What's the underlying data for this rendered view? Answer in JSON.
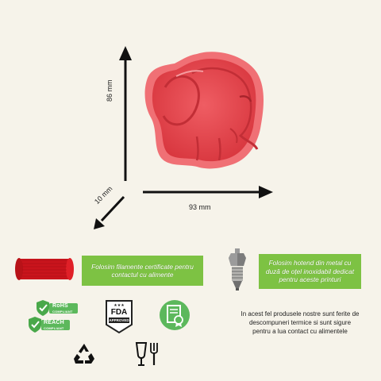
{
  "dimensions": {
    "height": "86 mm",
    "width": "93 mm",
    "depth": "10 mm"
  },
  "cutter": {
    "shape": "elephant",
    "color": "#e84b52",
    "icon": "elephant-cookie-cutter-image"
  },
  "features": [
    {
      "text": "Folosim filamente certificate pentru contactul cu alimente",
      "icon": "filament-spool-icon"
    },
    {
      "text": "Folosim hotend din metal cu duză de oțel inoxidabil dedicat pentru aceste printuri",
      "icon": "nozzle-icon"
    }
  ],
  "certifications": {
    "rohs": {
      "title": "RoHS",
      "subtitle": "COMPLIANT"
    },
    "reach": {
      "title": "REACH",
      "subtitle": "COMPLIANT"
    },
    "fda": {
      "title": "FDA",
      "subtitle": "APPROVED"
    },
    "icons": [
      "rohs-badge-icon",
      "reach-badge-icon",
      "fda-approved-icon",
      "certificate-icon",
      "recycle-icon",
      "food-safe-icon"
    ]
  },
  "info_text": "In acest fel produsele nostre sunt ferite de descompuneri termice si sunt sigure  pentru a lua contact cu alimentele",
  "colors": {
    "background": "#f6f3ea",
    "accent_green": "#7dc243",
    "cutter_red": "#e84b52"
  }
}
